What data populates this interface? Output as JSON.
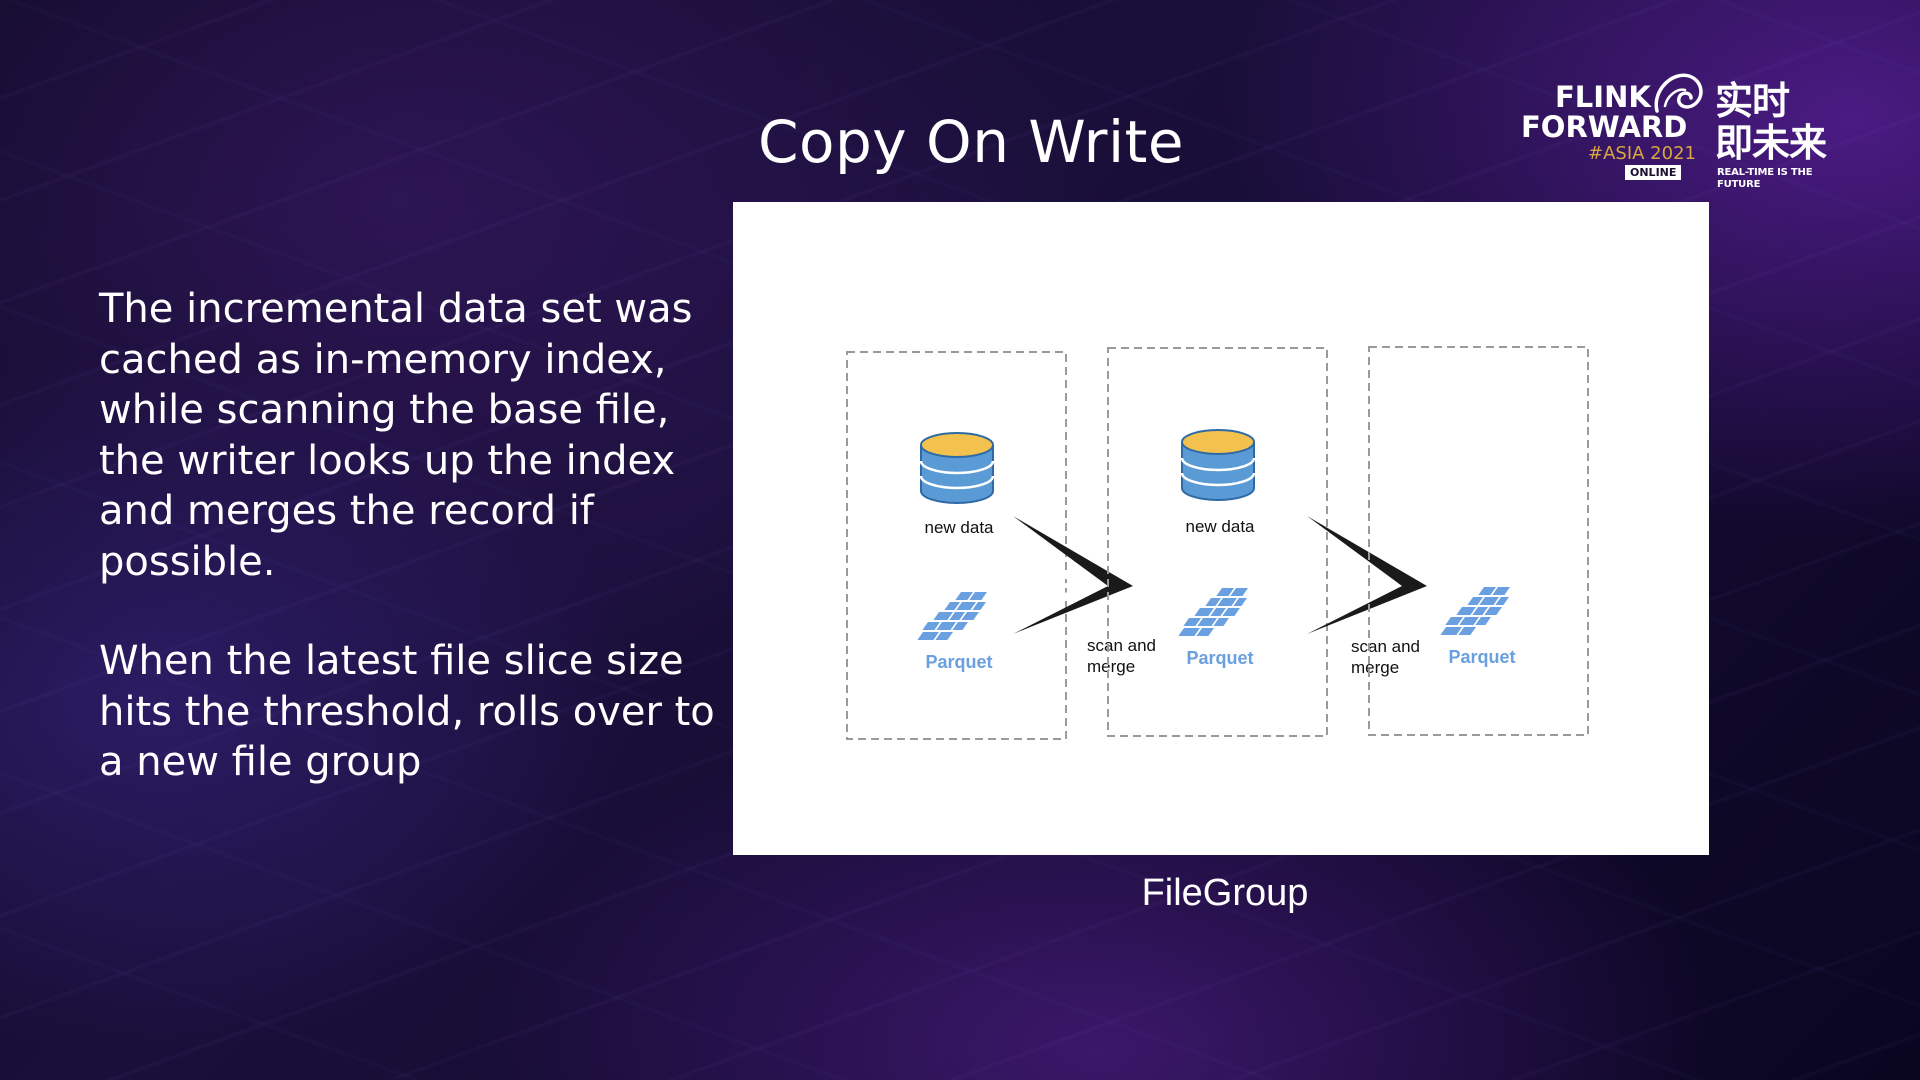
{
  "slide": {
    "title": "Copy On Write",
    "paragraphs": [
      "The incremental data set was cached as in-memory index, while scanning the base file, the writer looks up the index and merges the record if possible.",
      "When the latest file slice size hits the threshold, rolls over to a new file group"
    ]
  },
  "logo": {
    "line1": "FLINK",
    "line2": "FORWARD",
    "edition": "#ASIA 2021",
    "badge": "ONLINE",
    "chinese_line1": "实时",
    "chinese_line2": "即未来",
    "tagline": "REAL-TIME IS THE FUTURE"
  },
  "diagram": {
    "caption": "FileGroup",
    "slices": [
      {
        "database_label": "new data",
        "file_label": "Parquet"
      },
      {
        "database_label": "new data",
        "file_label": "Parquet"
      },
      {
        "database_label": "",
        "file_label": "Parquet"
      }
    ],
    "transitions": [
      {
        "line1": "scan and",
        "line2": "merge"
      },
      {
        "line1": "scan and",
        "line2": "merge"
      }
    ],
    "colors": {
      "database_top": "#f2c14e",
      "database_body": "#5b9bd5",
      "parquet_blue": "#6a9fe0",
      "dashed_border": "#9a9a9a",
      "arrow": "#1a1a1a"
    }
  }
}
